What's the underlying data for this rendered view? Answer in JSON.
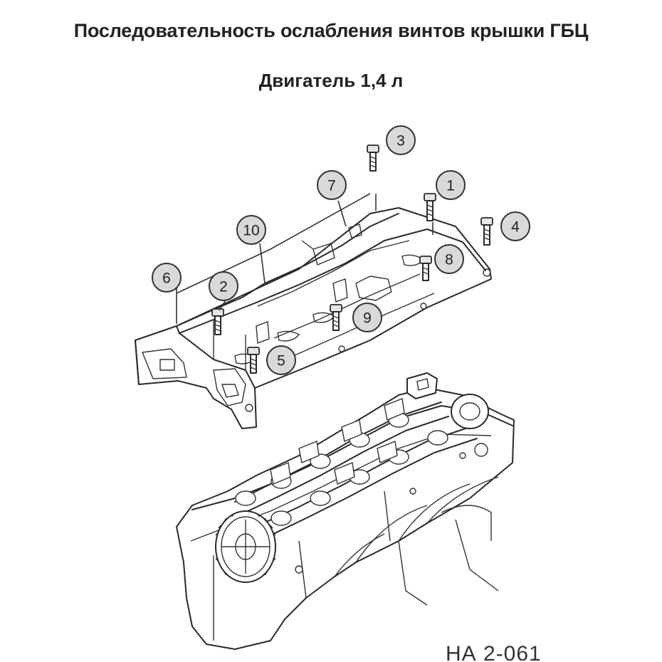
{
  "title": "Последовательность ослабления винтов крышки ГБЦ",
  "subtitle": "Двигатель 1,4 л",
  "callouts": [
    "1",
    "2",
    "3",
    "4",
    "5",
    "6",
    "7",
    "8",
    "9",
    "10"
  ],
  "figure_code": "НА 2-061",
  "colors": {
    "callout_fill": "#d9d9d9",
    "line": "#2a2a2a"
  }
}
